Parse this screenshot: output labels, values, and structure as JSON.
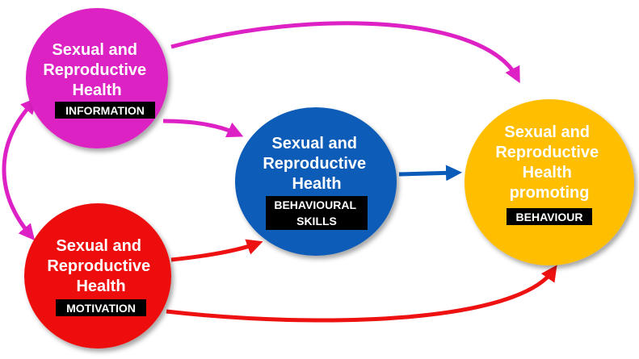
{
  "colors": {
    "information": "#DD21C4",
    "motivation": "#EE1111",
    "skills": "#0B5BB8",
    "behaviour": "#FFBE00",
    "tag_background": "#000000",
    "text": "#FFFFFF"
  },
  "nodes": {
    "information": {
      "title_lines": [
        "Sexual and",
        "Reproductive",
        "Health"
      ],
      "tag_lines": [
        "INFORMATION"
      ]
    },
    "motivation": {
      "title_lines": [
        "Sexual and",
        "Reproductive",
        "Health"
      ],
      "tag_lines": [
        "MOTIVATION"
      ]
    },
    "skills": {
      "title_lines": [
        "Sexual and",
        "Reproductive",
        "Health"
      ],
      "tag_lines": [
        "BEHAVIOURAL",
        "SKILLS"
      ]
    },
    "behaviour": {
      "title_lines": [
        "Sexual and",
        "Reproductive",
        "Health",
        "promoting"
      ],
      "tag_lines": [
        "BEHAVIOUR"
      ]
    }
  },
  "edges": [
    {
      "from": "information",
      "to": "behaviour",
      "color": "#DD21C4"
    },
    {
      "from": "information",
      "to": "skills",
      "color": "#DD21C4"
    },
    {
      "from": "information",
      "to": "motivation",
      "color": "#DD21C4",
      "bidirectional": true
    },
    {
      "from": "motivation",
      "to": "skills",
      "color": "#EE1111"
    },
    {
      "from": "motivation",
      "to": "behaviour",
      "color": "#EE1111"
    },
    {
      "from": "skills",
      "to": "behaviour",
      "color": "#0B5BB8"
    }
  ]
}
